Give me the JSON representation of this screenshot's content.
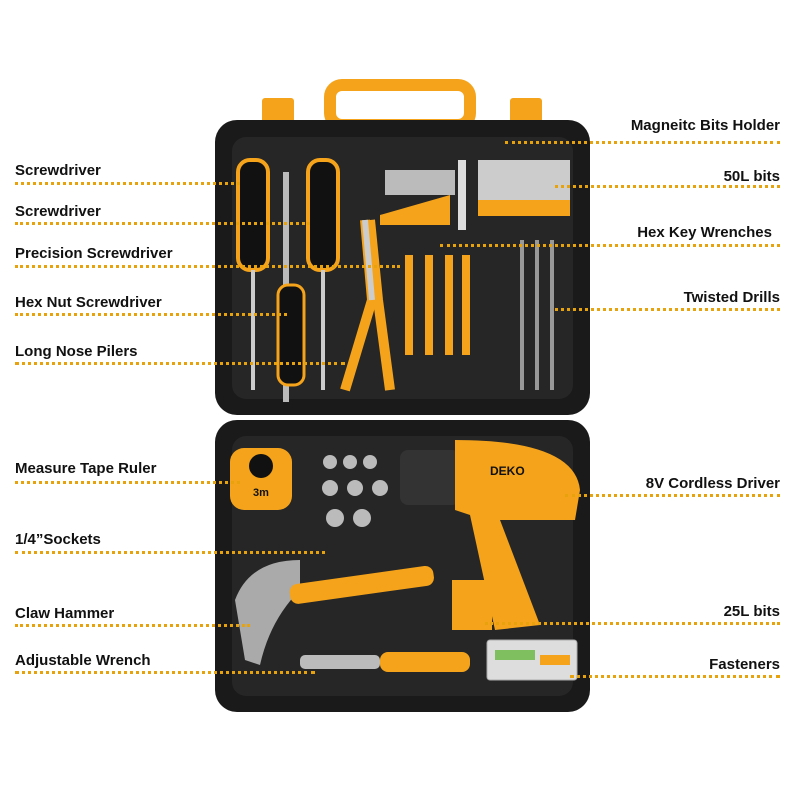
{
  "brand": "DEKO",
  "tape_marking": "3m",
  "colors": {
    "accent": "#f5a31a",
    "case": "#1a1a1a",
    "leader_line": "#e7a20c"
  },
  "left_labels": [
    "Screwdriver",
    "Screwdriver",
    "Precision Screwdriver",
    "Hex Nut Screwdriver",
    "Long Nose Pilers",
    "Measure Tape Ruler",
    "1/4”Sockets",
    "Claw Hammer",
    "Adjustable Wrench"
  ],
  "right_labels": [
    "Magneitc Bits Holder",
    "50L bits",
    "Hex Key Wrenches",
    "Twisted Drills",
    "8V Cordless Driver",
    "25L bits",
    "Fasteners"
  ]
}
